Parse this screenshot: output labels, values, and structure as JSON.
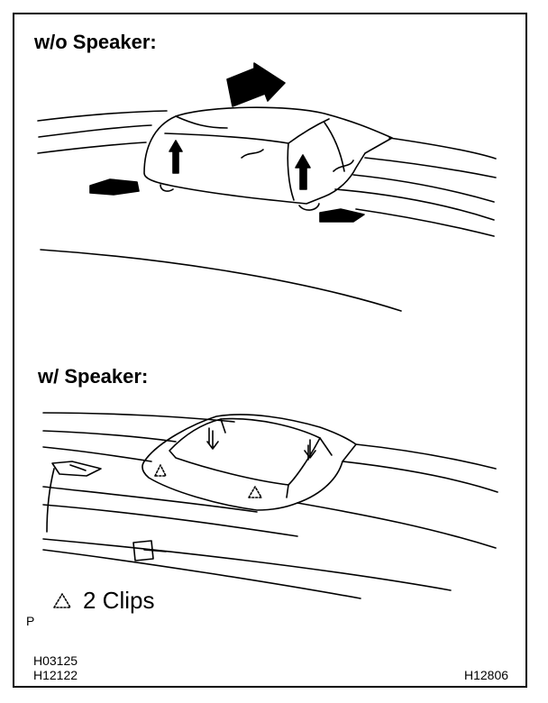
{
  "diagram": {
    "section_top_title": "w/o Speaker:",
    "section_bottom_title": "w/ Speaker:",
    "legend_text": "2 Clips",
    "corner_mark": "P",
    "code_left_1": "H03125",
    "code_left_2": "H12122",
    "code_right": "H12806"
  }
}
